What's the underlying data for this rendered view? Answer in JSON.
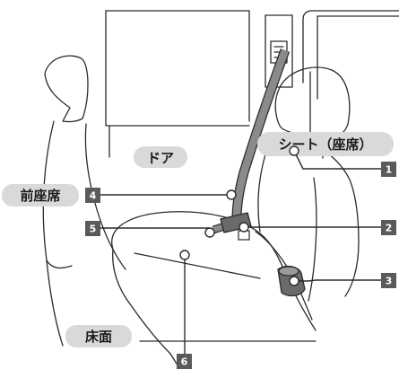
{
  "labels": {
    "door": "ドア",
    "seat": "シート（座席）",
    "front_seat": "前座席",
    "floor": "床面"
  },
  "callouts": [
    "1",
    "2",
    "3",
    "4",
    "5",
    "6"
  ],
  "colors": {
    "line": "#2b2b2b",
    "belt": "#8a8a8a",
    "label_background": "#d9d9d9",
    "number_box": "#5a5a5a"
  }
}
